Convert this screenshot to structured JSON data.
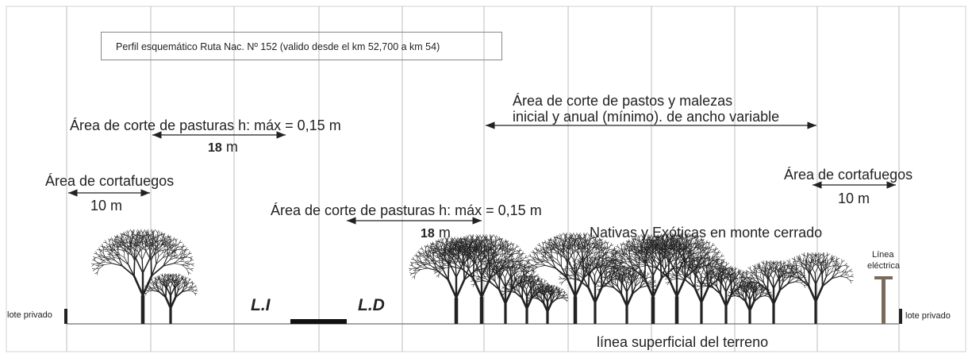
{
  "title": "Perfil esquemático Ruta Nac. Nº 152 (valido desde el km 52,700 a km 54)",
  "labels": {
    "corte_pasturas_izq": "Área de corte de pasturas h: máx = 0,15 m",
    "corte_pasturas_izq_dim_num": "18",
    "corte_pasturas_izq_dim_unit": "m",
    "cortafuegos_izq": "Área de cortafuegos",
    "cortafuegos_izq_dim": "10 m",
    "corte_pasturas_der": "Área de corte de pasturas h: máx = 0,15 m",
    "corte_pasturas_der_dim_num": "18",
    "corte_pasturas_der_dim_unit": "m",
    "corte_pastos_line1": "Área de corte de pastos y malezas",
    "corte_pastos_line2": "inicial y anual (mínimo). de ancho variable",
    "cortafuegos_der": "Área de cortafuegos",
    "cortafuegos_der_dim": "10 m",
    "nativas": "Nativas y Exóticas en monte cerrado",
    "linea_electrica_1": "Línea",
    "linea_electrica_2": "eléctrica",
    "lote_izq": "lote privado",
    "lote_der": "lote privado",
    "li": "L.I",
    "ld": "L.D",
    "terreno": "línea superficial del terreno"
  },
  "colors": {
    "grid_line": "#c8c8c8",
    "ink": "#222222",
    "pole": "#7a6a5a"
  }
}
